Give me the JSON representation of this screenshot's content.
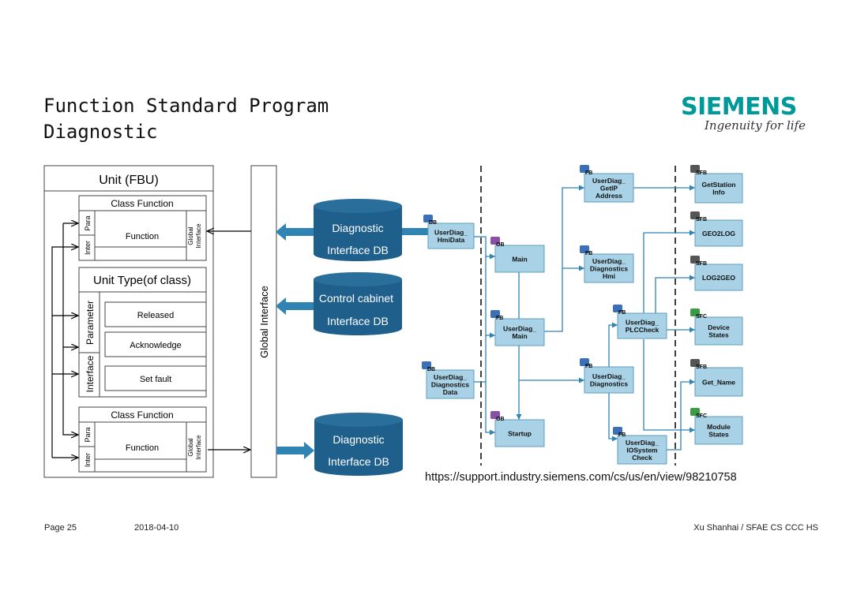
{
  "title": {
    "line1": "Function Standard Program",
    "line2": "Diagnostic"
  },
  "brand": {
    "name": "SIEMENS",
    "tagline": "Ingenuity for life"
  },
  "fbu": {
    "title": "Unit (FBU)",
    "class_function_top": {
      "header": "Class Function",
      "para": "Para",
      "inter": "Inter",
      "body": "Function",
      "global_line1": "Global",
      "global_line2": "Interface"
    },
    "unit_type": {
      "header": "Unit Type(of class)",
      "parameter": "Parameter",
      "interface": "Interface",
      "items": [
        "Released",
        "Acknowledge",
        "Set fault"
      ]
    },
    "class_function_bottom": {
      "header": "Class Function",
      "para": "Para",
      "inter": "Inter",
      "body": "Function",
      "global_line1": "Global",
      "global_line2": "Interface"
    }
  },
  "global_interface": "Global Interface",
  "databases": [
    {
      "line1": "Diagnostic",
      "line2": "Interface DB"
    },
    {
      "line1": "Control cabinet",
      "line2": "Interface DB"
    },
    {
      "line1": "Diagnostic",
      "line2": "Interface DB"
    }
  ],
  "program_blocks": {
    "hmidata": {
      "tag": "DB",
      "lines": [
        "UserDiag_",
        "HmiData"
      ]
    },
    "diagdata": {
      "tag": "DB",
      "lines": [
        "UserDiag_",
        "Diagnostics",
        "Data"
      ]
    },
    "main": {
      "tag": "OB",
      "lines": [
        "Main"
      ]
    },
    "startup": {
      "tag": "OB",
      "lines": [
        "Startup"
      ]
    },
    "udmain": {
      "tag": "FB",
      "lines": [
        "UserDiag_",
        "Main"
      ]
    },
    "getip": {
      "tag": "FB",
      "lines": [
        "UserDiag_",
        "GetIP",
        "Address"
      ]
    },
    "diaghmi": {
      "tag": "FB",
      "lines": [
        "UserDiag_",
        "Diagnostics",
        "Hmi"
      ]
    },
    "plccheck": {
      "tag": "FB",
      "lines": [
        "UserDiag_",
        "PLCCheck"
      ]
    },
    "diagnostics": {
      "tag": "FB",
      "lines": [
        "UserDiag_",
        "Diagnostics"
      ]
    },
    "iosys": {
      "tag": "FB",
      "lines": [
        "UserDiag_",
        "IOSystem",
        "Check"
      ]
    },
    "getstation": {
      "tag": "SFB",
      "lines": [
        "GetStation",
        "Info"
      ]
    },
    "geo2log": {
      "tag": "SFB",
      "lines": [
        "GEO2LOG"
      ]
    },
    "log2geo": {
      "tag": "SFB",
      "lines": [
        "LOG2GEO"
      ]
    },
    "devstates": {
      "tag": "SFC",
      "lines": [
        "Device",
        "States"
      ]
    },
    "getname": {
      "tag": "SFB",
      "lines": [
        "Get_Name"
      ]
    },
    "modstates": {
      "tag": "SFC",
      "lines": [
        "Module",
        "States"
      ]
    }
  },
  "url": "https://support.industry.siemens.com/cs/us/en/view/98210758",
  "footer": {
    "page": "Page 25",
    "date": "2018-04-10",
    "author": "Xu Shanhai / SFAE CS CCC HS"
  },
  "colors": {
    "brand": "#009999",
    "db_fill": "#1e5f8c",
    "arrow": "#2f84b4",
    "block_fill": "#a9d2e6",
    "block_border": "#5f9fbf",
    "fb_tag": "#3b6fb6",
    "ob_tag": "#8b4fa8",
    "sfc_tag": "#3d9a46",
    "sfb_tag": "#555555"
  }
}
